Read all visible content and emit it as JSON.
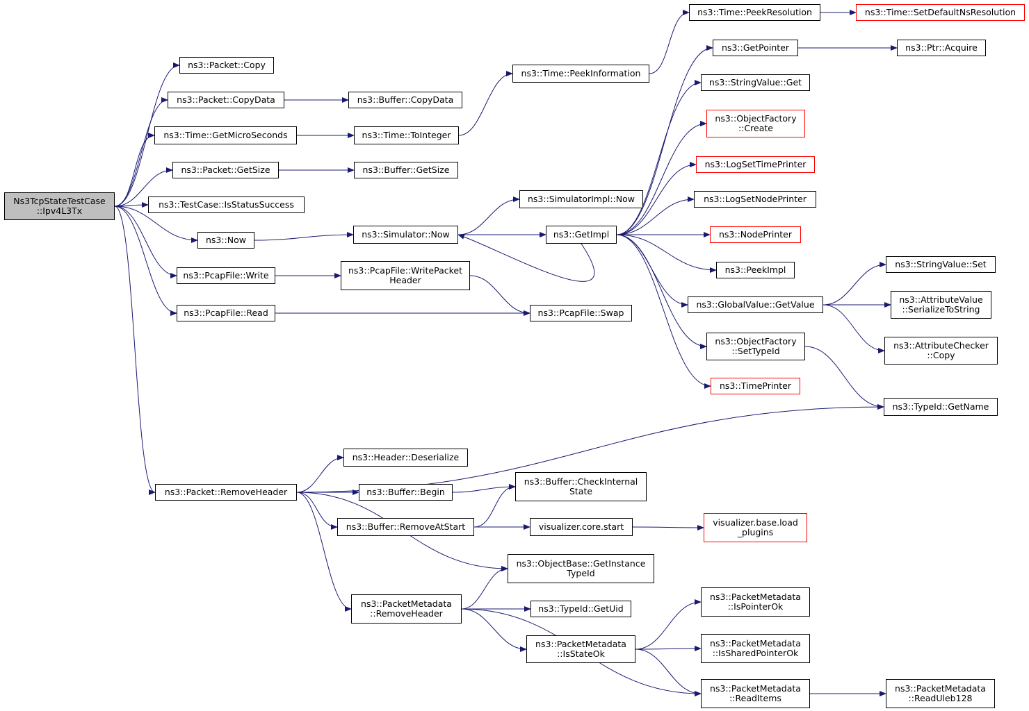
{
  "colors": {
    "edge": "#191970",
    "border": "#000000",
    "red_border": "#ff0000",
    "root_fill": "#bfbfbf"
  },
  "nodes": {
    "root": {
      "lines": [
        "Ns3TcpStateTestCase",
        "::Ipv4L3Tx"
      ],
      "style": "root"
    },
    "packet_copy": {
      "lines": [
        "ns3::Packet::Copy"
      ]
    },
    "packet_copydata": {
      "lines": [
        "ns3::Packet::CopyData"
      ]
    },
    "buffer_copydata": {
      "lines": [
        "ns3::Buffer::CopyData"
      ]
    },
    "time_getmicroseconds": {
      "lines": [
        "ns3::Time::GetMicroSeconds"
      ]
    },
    "time_tointeger": {
      "lines": [
        "ns3::Time::ToInteger"
      ]
    },
    "time_peekinformation": {
      "lines": [
        "ns3::Time::PeekInformation"
      ]
    },
    "time_peekresolution": {
      "lines": [
        "ns3::Time::PeekResolution"
      ]
    },
    "time_setdefaultnsresolution": {
      "lines": [
        "ns3::Time::SetDefaultNsResolution"
      ],
      "style": "red"
    },
    "packet_getsize": {
      "lines": [
        "ns3::Packet::GetSize"
      ]
    },
    "buffer_getsize": {
      "lines": [
        "ns3::Buffer::GetSize"
      ]
    },
    "testcase_isstatussuccess": {
      "lines": [
        "ns3::TestCase::IsStatusSuccess"
      ]
    },
    "now": {
      "lines": [
        "ns3::Now"
      ]
    },
    "simulator_now": {
      "lines": [
        "ns3::Simulator::Now"
      ]
    },
    "simulatorimpl_now": {
      "lines": [
        "ns3::SimulatorImpl::Now"
      ]
    },
    "getimpl": {
      "lines": [
        "ns3::GetImpl"
      ]
    },
    "getpointer": {
      "lines": [
        "ns3::GetPointer"
      ]
    },
    "ptr_acquire": {
      "lines": [
        "ns3::Ptr::Acquire"
      ]
    },
    "stringvalue_get": {
      "lines": [
        "ns3::StringValue::Get"
      ]
    },
    "objectfactory_create": {
      "lines": [
        "ns3::ObjectFactory",
        "::Create"
      ],
      "style": "red"
    },
    "logsettimeprinter": {
      "lines": [
        "ns3::LogSetTimePrinter"
      ],
      "style": "red"
    },
    "logsetnodeprinter": {
      "lines": [
        "ns3::LogSetNodePrinter"
      ]
    },
    "nodeprinter": {
      "lines": [
        "ns3::NodePrinter"
      ],
      "style": "red"
    },
    "peekimpl": {
      "lines": [
        "ns3::PeekImpl"
      ]
    },
    "globalvalue_getvalue": {
      "lines": [
        "ns3::GlobalValue::GetValue"
      ]
    },
    "stringvalue_set": {
      "lines": [
        "ns3::StringValue::Set"
      ]
    },
    "attributevalue_serializetostring": {
      "lines": [
        "ns3::AttributeValue",
        "::SerializeToString"
      ]
    },
    "attributechecker_copy": {
      "lines": [
        "ns3::AttributeChecker",
        "::Copy"
      ]
    },
    "objectfactory_settypeid": {
      "lines": [
        "ns3::ObjectFactory",
        "::SetTypeId"
      ]
    },
    "timeprinter": {
      "lines": [
        "ns3::TimePrinter"
      ],
      "style": "red"
    },
    "typeid_getname": {
      "lines": [
        "ns3::TypeId::GetName"
      ]
    },
    "pcapfile_write": {
      "lines": [
        "ns3::PcapFile::Write"
      ]
    },
    "pcapfile_writepacketheader": {
      "lines": [
        "ns3::PcapFile::WritePacket",
        "Header"
      ]
    },
    "pcapfile_read": {
      "lines": [
        "ns3::PcapFile::Read"
      ]
    },
    "pcapfile_swap": {
      "lines": [
        "ns3::PcapFile::Swap"
      ]
    },
    "packet_removeheader": {
      "lines": [
        "ns3::Packet::RemoveHeader"
      ]
    },
    "header_deserialize": {
      "lines": [
        "ns3::Header::Deserialize"
      ]
    },
    "buffer_begin": {
      "lines": [
        "ns3::Buffer::Begin"
      ]
    },
    "buffer_checkinternalstate": {
      "lines": [
        "ns3::Buffer::CheckInternal",
        "State"
      ]
    },
    "buffer_removeatstart": {
      "lines": [
        "ns3::Buffer::RemoveAtStart"
      ]
    },
    "visualizer_core_start": {
      "lines": [
        "visualizer.core.start"
      ]
    },
    "visualizer_base_load_plugins": {
      "lines": [
        "visualizer.base.load",
        "_plugins"
      ],
      "style": "red"
    },
    "objectbase_getinstancetypeid": {
      "lines": [
        "ns3::ObjectBase::GetInstance",
        "TypeId"
      ]
    },
    "packetmetadata_removeheader": {
      "lines": [
        "ns3::PacketMetadata",
        "::RemoveHeader"
      ]
    },
    "typeid_getuid": {
      "lines": [
        "ns3::TypeId::GetUid"
      ]
    },
    "packetmetadata_isstateok": {
      "lines": [
        "ns3::PacketMetadata",
        "::IsStateOk"
      ]
    },
    "packetmetadata_ispointerok": {
      "lines": [
        "ns3::PacketMetadata",
        "::IsPointerOk"
      ]
    },
    "packetmetadata_issharedpointerok": {
      "lines": [
        "ns3::PacketMetadata",
        "::IsSharedPointerOk"
      ]
    },
    "packetmetadata_readitems": {
      "lines": [
        "ns3::PacketMetadata",
        "::ReadItems"
      ]
    },
    "packetmetadata_readuleb128": {
      "lines": [
        "ns3::PacketMetadata",
        "::ReadUleb128"
      ]
    }
  },
  "edges": [
    [
      "root",
      "packet_copy"
    ],
    [
      "root",
      "packet_copydata"
    ],
    [
      "root",
      "time_getmicroseconds"
    ],
    [
      "root",
      "packet_getsize"
    ],
    [
      "root",
      "testcase_isstatussuccess"
    ],
    [
      "root",
      "now"
    ],
    [
      "root",
      "pcapfile_write"
    ],
    [
      "root",
      "pcapfile_read"
    ],
    [
      "root",
      "packet_removeheader"
    ],
    [
      "packet_copydata",
      "buffer_copydata"
    ],
    [
      "time_getmicroseconds",
      "time_tointeger"
    ],
    [
      "time_tointeger",
      "time_peekinformation"
    ],
    [
      "time_peekinformation",
      "time_peekresolution"
    ],
    [
      "time_peekresolution",
      "time_setdefaultnsresolution"
    ],
    [
      "packet_getsize",
      "buffer_getsize"
    ],
    [
      "now",
      "simulator_now"
    ],
    [
      "simulator_now",
      "simulatorimpl_now"
    ],
    [
      "simulator_now",
      "getimpl"
    ],
    [
      "getimpl",
      "getpointer"
    ],
    [
      "getimpl",
      "stringvalue_get"
    ],
    [
      "getimpl",
      "objectfactory_create"
    ],
    [
      "getimpl",
      "logsettimeprinter"
    ],
    [
      "getimpl",
      "logsetnodeprinter"
    ],
    [
      "getimpl",
      "nodeprinter"
    ],
    [
      "getimpl",
      "peekimpl"
    ],
    [
      "getimpl",
      "globalvalue_getvalue"
    ],
    [
      "getimpl",
      "objectfactory_settypeid"
    ],
    [
      "getimpl",
      "timeprinter"
    ],
    [
      "getimpl",
      "simulator_now"
    ],
    [
      "getpointer",
      "ptr_acquire"
    ],
    [
      "globalvalue_getvalue",
      "stringvalue_set"
    ],
    [
      "globalvalue_getvalue",
      "attributevalue_serializetostring"
    ],
    [
      "globalvalue_getvalue",
      "attributechecker_copy"
    ],
    [
      "objectfactory_settypeid",
      "typeid_getname"
    ],
    [
      "pcapfile_write",
      "pcapfile_writepacketheader"
    ],
    [
      "pcapfile_writepacketheader",
      "pcapfile_swap"
    ],
    [
      "pcapfile_read",
      "pcapfile_swap"
    ],
    [
      "packet_removeheader",
      "typeid_getname"
    ],
    [
      "packet_removeheader",
      "header_deserialize"
    ],
    [
      "packet_removeheader",
      "buffer_begin"
    ],
    [
      "packet_removeheader",
      "buffer_removeatstart"
    ],
    [
      "packet_removeheader",
      "objectbase_getinstancetypeid"
    ],
    [
      "packet_removeheader",
      "packetmetadata_removeheader"
    ],
    [
      "buffer_begin",
      "buffer_checkinternalstate"
    ],
    [
      "buffer_removeatstart",
      "buffer_checkinternalstate"
    ],
    [
      "buffer_removeatstart",
      "visualizer_core_start"
    ],
    [
      "visualizer_core_start",
      "visualizer_base_load_plugins"
    ],
    [
      "packetmetadata_removeheader",
      "objectbase_getinstancetypeid"
    ],
    [
      "packetmetadata_removeheader",
      "typeid_getuid"
    ],
    [
      "packetmetadata_removeheader",
      "packetmetadata_isstateok"
    ],
    [
      "packetmetadata_removeheader",
      "packetmetadata_readitems"
    ],
    [
      "packetmetadata_isstateok",
      "packetmetadata_ispointerok"
    ],
    [
      "packetmetadata_isstateok",
      "packetmetadata_issharedpointerok"
    ],
    [
      "packetmetadata_isstateok",
      "packetmetadata_readitems"
    ],
    [
      "packetmetadata_readitems",
      "packetmetadata_readuleb128"
    ]
  ]
}
